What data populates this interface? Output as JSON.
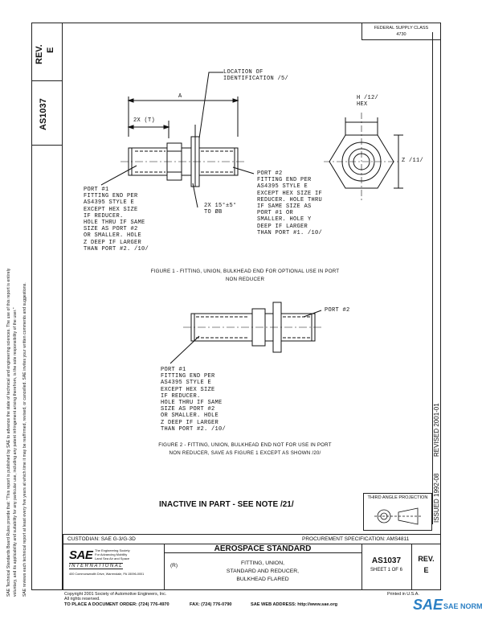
{
  "side": {
    "rev_label": "REV.",
    "rev_value": "E",
    "doc_number": "AS1037",
    "disclaimer_1": "SAE Technical Standards Board Rules provide that: \"This report is published by SAE to advance the state of technical and engineering sciences. The use of this report is entirely",
    "disclaimer_2": "voluntary, and its applicability and suitability for any particular use, including any patent infringement arising therefrom, is the sole responsibility of the user.\"",
    "disclaimer_3": "SAE reviews each technical report at least every five years at which time it may be reaffirmed, revised, or cancelled. SAE invites your written comments and suggestions.",
    "issued": "ISSUED 1992-08",
    "revised": "REVISED 2001-01"
  },
  "header_box": {
    "line1": "FEDERAL SUPPLY CLASS",
    "line2": "4730"
  },
  "figure1": {
    "loc_id": "LOCATION OF\nIDENTIFICATION /5/",
    "dim_a": "A",
    "dim_2t": "2X (T)",
    "dim_h": "H /12/\nHEX",
    "dim_z": "Z /11/",
    "port1": "PORT #1\nFITTING END PER\nAS4395 STYLE E\nEXCEPT HEX SIZE\nIF REDUCER.\nHOLE THRU IF SAME\nSIZE AS PORT #2\nOR SMALLER. HOLE\nZ DEEP IF LARGER\nTHAN PORT #2. /10/",
    "port2": "PORT #2\nFITTING END PER\nAS4395 STYLE E\nEXCEPT HEX SIZE IF\nREDUCER. HOLE THRU\nIF SAME SIZE AS\nPORT #1 OR\nSMALLER. HOLE Y\nDEEP IF LARGER\nTHAN PORT #1. /10/",
    "chamfer": "2X 15°±5°\nTO ØB",
    "caption_1": "FIGURE 1 - FITTING, UNION, BULKHEAD END FOR OPTIONAL USE IN PORT",
    "caption_2": "NON REDUCER"
  },
  "figure2": {
    "port2": "PORT #2",
    "port1": "PORT #1\nFITTING END PER\nAS4395 STYLE E\nEXCEPT HEX SIZE\nIF REDUCER.\nHOLE THRU IF SAME\nSIZE AS PORT #2\nOR SMALLER. HOLE\nZ DEEP IF LARGER\nTHAN PORT #2. /10/",
    "caption_1": "FIGURE 2 - FITTING, UNION, BULKHEAD END NOT FOR USE IN PORT",
    "caption_2": "NON REDUCER, SAVE AS FIGURE 1 EXCEPT AS SHOWN /20/"
  },
  "inactive": "INACTIVE IN PART - SEE NOTE /21/",
  "third_angle": "THIRD ANGLE PROJECTION",
  "custodian": "CUSTODIAN:  SAE G-3/G-3D",
  "procurement": "PROCUREMENT SPECIFICATION:  AMS4811",
  "sae": {
    "logo": "SAE",
    "tag1": "The Engineering Society",
    "tag2": "For Advancing Mobility",
    "tag3": "Land Sea Air and Space",
    "international": "INTERNATIONAL",
    "address": "400 Commonwealth Drive, Warrendale, PA 15096-0001"
  },
  "title_block": {
    "heading": "AEROSPACE STANDARD",
    "r_mark": "(R)",
    "title_1": "FITTING, UNION,",
    "title_2": "STANDARD AND REDUCER,",
    "title_3": "BULKHEAD FLARED",
    "number": "AS1037",
    "sheet": "SHEET 1 OF 6",
    "rev_label": "REV.",
    "rev_value": "E"
  },
  "footer": {
    "copyright": "Copyright 2001 Society of Automotive Engineers, Inc.",
    "rights": "All rights reserved.",
    "printed": "Printed in U.S.A.",
    "order": "TO PLACE A DOCUMENT ORDER:   (724) 776-4970",
    "fax": "FAX:  (724) 776-0790",
    "web": "SAE WEB ADDRESS:   http://www.sae.org"
  },
  "watermark": {
    "mark": "SAE",
    "text": "SAE NORM"
  }
}
